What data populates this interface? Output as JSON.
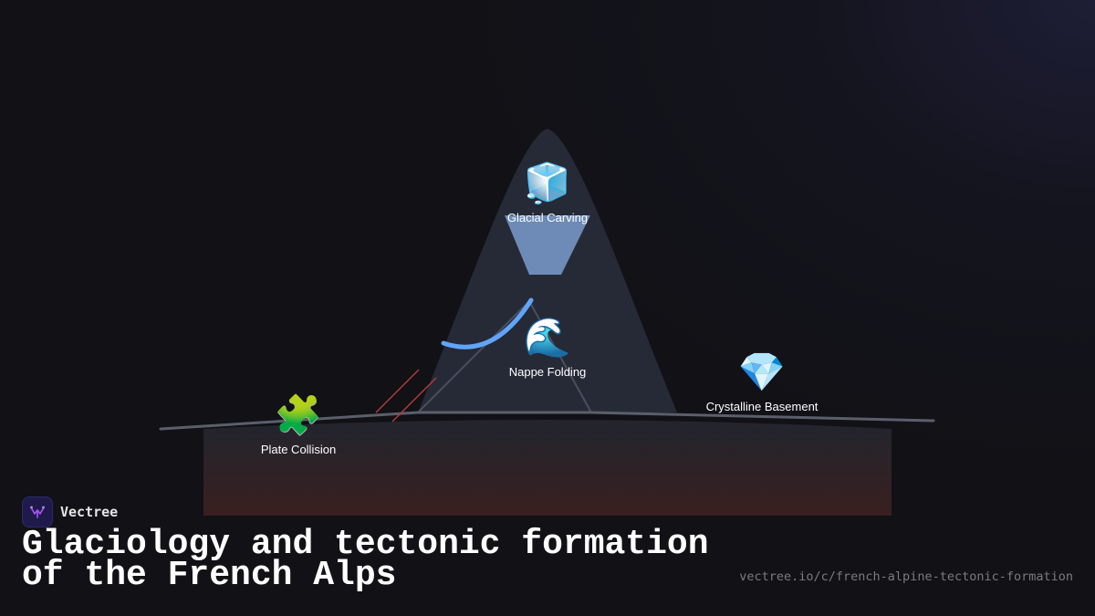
{
  "diagram": {
    "nodes": [
      {
        "id": "glacial",
        "icon": "ice-cube-icon",
        "glyph": "🧊",
        "label": "Glacial Carving"
      },
      {
        "id": "nappe",
        "icon": "water-wave-icon",
        "glyph": "🌊",
        "label": "Nappe Folding"
      },
      {
        "id": "crystalline",
        "icon": "gem-stone-icon",
        "glyph": "💎",
        "label": "Crystalline Basement"
      },
      {
        "id": "plate",
        "icon": "puzzle-piece-icon",
        "glyph": "🧩",
        "label": "Plate Collision"
      }
    ]
  },
  "footer": {
    "brand_name": "Vectree",
    "title": "Glaciology and tectonic formation of the French Alps",
    "url": "vectree.io/c/french-alpine-tectonic-formation"
  }
}
